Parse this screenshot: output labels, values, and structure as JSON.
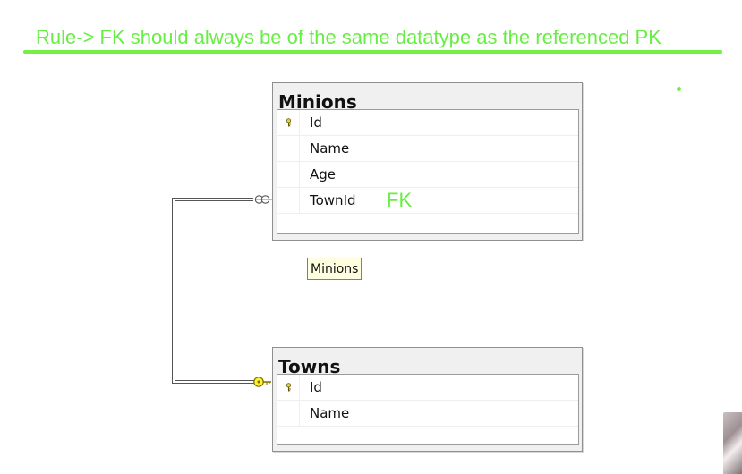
{
  "header": {
    "rule_text": "Rule-> FK should always be of the same datatype as the referenced PK"
  },
  "diagram": {
    "accent_color": "#66ef42",
    "connector_color": "#555555",
    "minions_table": {
      "title": "Minions",
      "fields": [
        {
          "name": "Id",
          "primary_key": true
        },
        {
          "name": "Name",
          "primary_key": false
        },
        {
          "name": "Age",
          "primary_key": false
        },
        {
          "name": "TownId",
          "primary_key": false
        }
      ]
    },
    "towns_table": {
      "title": "Towns",
      "fields": [
        {
          "name": "Id",
          "primary_key": true
        },
        {
          "name": "Name",
          "primary_key": false
        }
      ]
    },
    "fk_annotation": "FK",
    "relationship_label": "Minions",
    "icons": {
      "primary_key": "key-icon",
      "many_end": "crow-foot-icon",
      "one_end": "key-icon"
    }
  }
}
